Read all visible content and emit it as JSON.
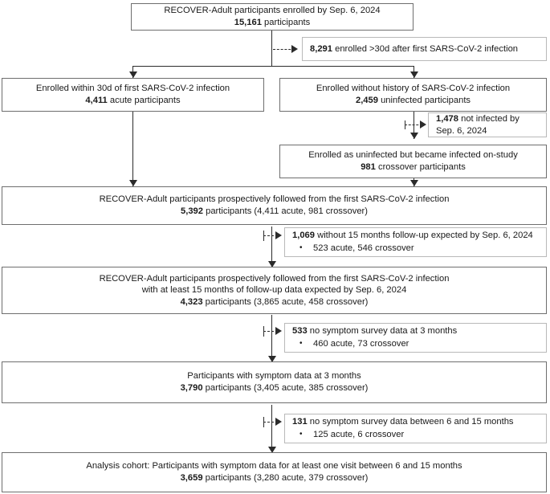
{
  "figure": {
    "type": "flowchart",
    "title": "RECOVER-Adult participant enrollment and analysis cohort flow diagram",
    "colors": {
      "box_border": "#6e6e6e",
      "exclusion_border": "#b9b9b9",
      "connector": "#2b2b2b",
      "background": "#ffffff",
      "text": "#1a1a1a"
    }
  },
  "nodes": {
    "enrolled_total": {
      "line1": "RECOVER-Adult participants enrolled by Sep. 6, 2024",
      "count": "15,161",
      "line2_rest": " participants"
    },
    "acute": {
      "line1": "Enrolled within 30d of first SARS-CoV-2 infection",
      "count": "4,411",
      "line2_rest": " acute participants"
    },
    "uninfected": {
      "line1": "Enrolled without history of SARS-CoV-2 infection",
      "count": "2,459",
      "line2_rest": " uninfected participants"
    },
    "crossover": {
      "line1": "Enrolled as uninfected but became infected on-study",
      "count": "981",
      "line2_rest": " crossover participants"
    },
    "followed": {
      "line1": "RECOVER-Adult participants prospectively followed from the first SARS-CoV-2 infection",
      "count": "5,392",
      "line2_rest": " participants (4,411 acute, 981 crossover)"
    },
    "followed_15mo": {
      "line1": "RECOVER-Adult participants prospectively followed from the first SARS-CoV-2 infection",
      "line2": "with at least 15 months of follow-up data expected by Sep. 6, 2024",
      "count": "4,323",
      "line3_rest": " participants (3,865 acute, 458 crossover)"
    },
    "symptom_3mo": {
      "line1": "Participants with symptom data at 3 months",
      "count": "3,790",
      "line2_rest": " participants (3,405 acute, 385 crossover)"
    },
    "analysis_cohort": {
      "line1": "Analysis cohort: Participants with symptom data for at least one visit between 6 and 15 months",
      "count": "3,659",
      "line2_rest": " participants (3,280 acute, 379 crossover)"
    }
  },
  "exclusions": {
    "late_enrolled": {
      "count": "8,291",
      "text": " enrolled >30d after first SARS-CoV-2 infection"
    },
    "not_infected": {
      "count": "1,478",
      "text": " not infected by",
      "line2": "Sep. 6, 2024"
    },
    "no_15mo_followup": {
      "count": "1,069",
      "text": " without 15 months follow-up expected by Sep. 6, 2024",
      "sub": "523 acute, 546 crossover"
    },
    "no_symptom_3mo": {
      "count": "533",
      "text": " no symptom survey data at 3 months",
      "sub": "460 acute, 73 crossover"
    },
    "no_symptom_6_15mo": {
      "count": "131",
      "text": " no symptom survey data between 6 and 15 months",
      "sub": "125 acute, 6 crossover"
    }
  }
}
